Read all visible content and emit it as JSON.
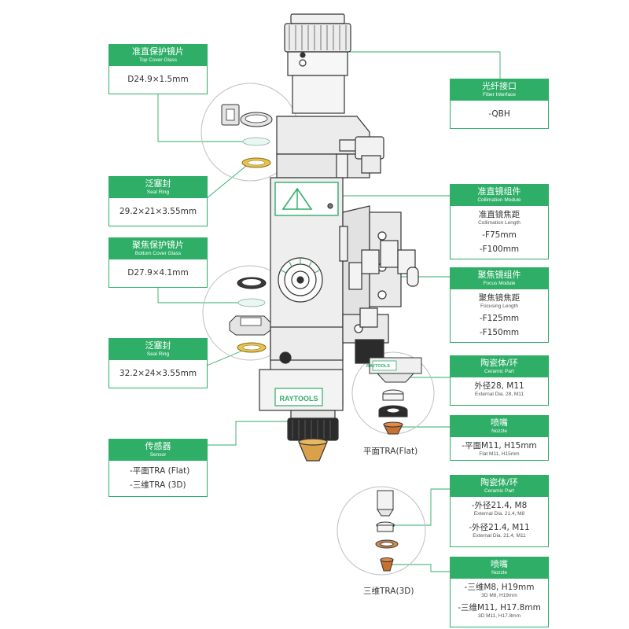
{
  "colors": {
    "accent": "#2fae68",
    "line": "#2fae68",
    "metal": "#e6e6e6",
    "dark": "#2b2b2b",
    "copper": "#c9722f",
    "brass": "#d9b648"
  },
  "labels": {
    "top_cover": {
      "zh": "准直保护镜片",
      "en": "Top Cover Glass",
      "values": [
        "D24.9×1.5mm"
      ]
    },
    "seal1": {
      "zh": "泛塞封",
      "en": "Seal Ring",
      "values": [
        "29.2×21×3.55mm"
      ]
    },
    "bottom_cover": {
      "zh": "聚焦保护镜片",
      "en": "Bottom Cover Glass",
      "values": [
        "D27.9×4.1mm"
      ]
    },
    "seal2": {
      "zh": "泛塞封",
      "en": "Seal Ring",
      "values": [
        "32.2×24×3.55mm"
      ]
    },
    "sensor": {
      "zh": "传感器",
      "en": "Sensor",
      "values": [
        "-平面TRA (Flat)",
        "-三维TRA (3D)"
      ]
    },
    "fiber": {
      "zh": "光纤接口",
      "en": "Fiber Interface",
      "values": [
        "-QBH"
      ]
    },
    "collimation": {
      "zh": "准直镜组件",
      "en": "Collimation Module",
      "subtitle_zh": "准直镜焦距",
      "subtitle_en": "Collimation Length",
      "values": [
        "-F75mm",
        "-F100mm"
      ]
    },
    "focus": {
      "zh": "聚焦镜组件",
      "en": "Focus Module",
      "subtitle_zh": "聚焦镜焦距",
      "subtitle_en": "Focusing Length",
      "values": [
        "-F125mm",
        "-F150mm"
      ]
    },
    "ceramic_flat": {
      "zh": "陶瓷体/环",
      "en": "Ceramic Part",
      "values": [
        {
          "main": "外径28, M11",
          "sub": "External Dia. 28, M11"
        }
      ]
    },
    "nozzle_flat": {
      "zh": "喷嘴",
      "en": "Nozzle",
      "values": [
        {
          "main": "-平面M11, H15mm",
          "sub": "Flat M11, H15mm"
        }
      ]
    },
    "ceramic_3d": {
      "zh": "陶瓷体/环",
      "en": "Ceramic Part",
      "values": [
        {
          "main": "-外径21.4, M8",
          "sub": "External Dia. 21.4, M8"
        },
        {
          "main": "-外径21.4, M11",
          "sub": "External Dia. 21.4, M11"
        }
      ]
    },
    "nozzle_3d": {
      "zh": "喷嘴",
      "en": "Nozzle",
      "values": [
        {
          "main": "-三维M8, H19mm",
          "sub": "3D M8, H19mm"
        },
        {
          "main": "-三维M11, H17.8mm",
          "sub": "3D M11, H17.8mm"
        }
      ]
    }
  },
  "captions": {
    "flat": "平面TRA(Flat)",
    "three_d": "三维TRA(3D)"
  },
  "brand": "RAYTOOLS",
  "brand_small": "RAYTOOLS"
}
